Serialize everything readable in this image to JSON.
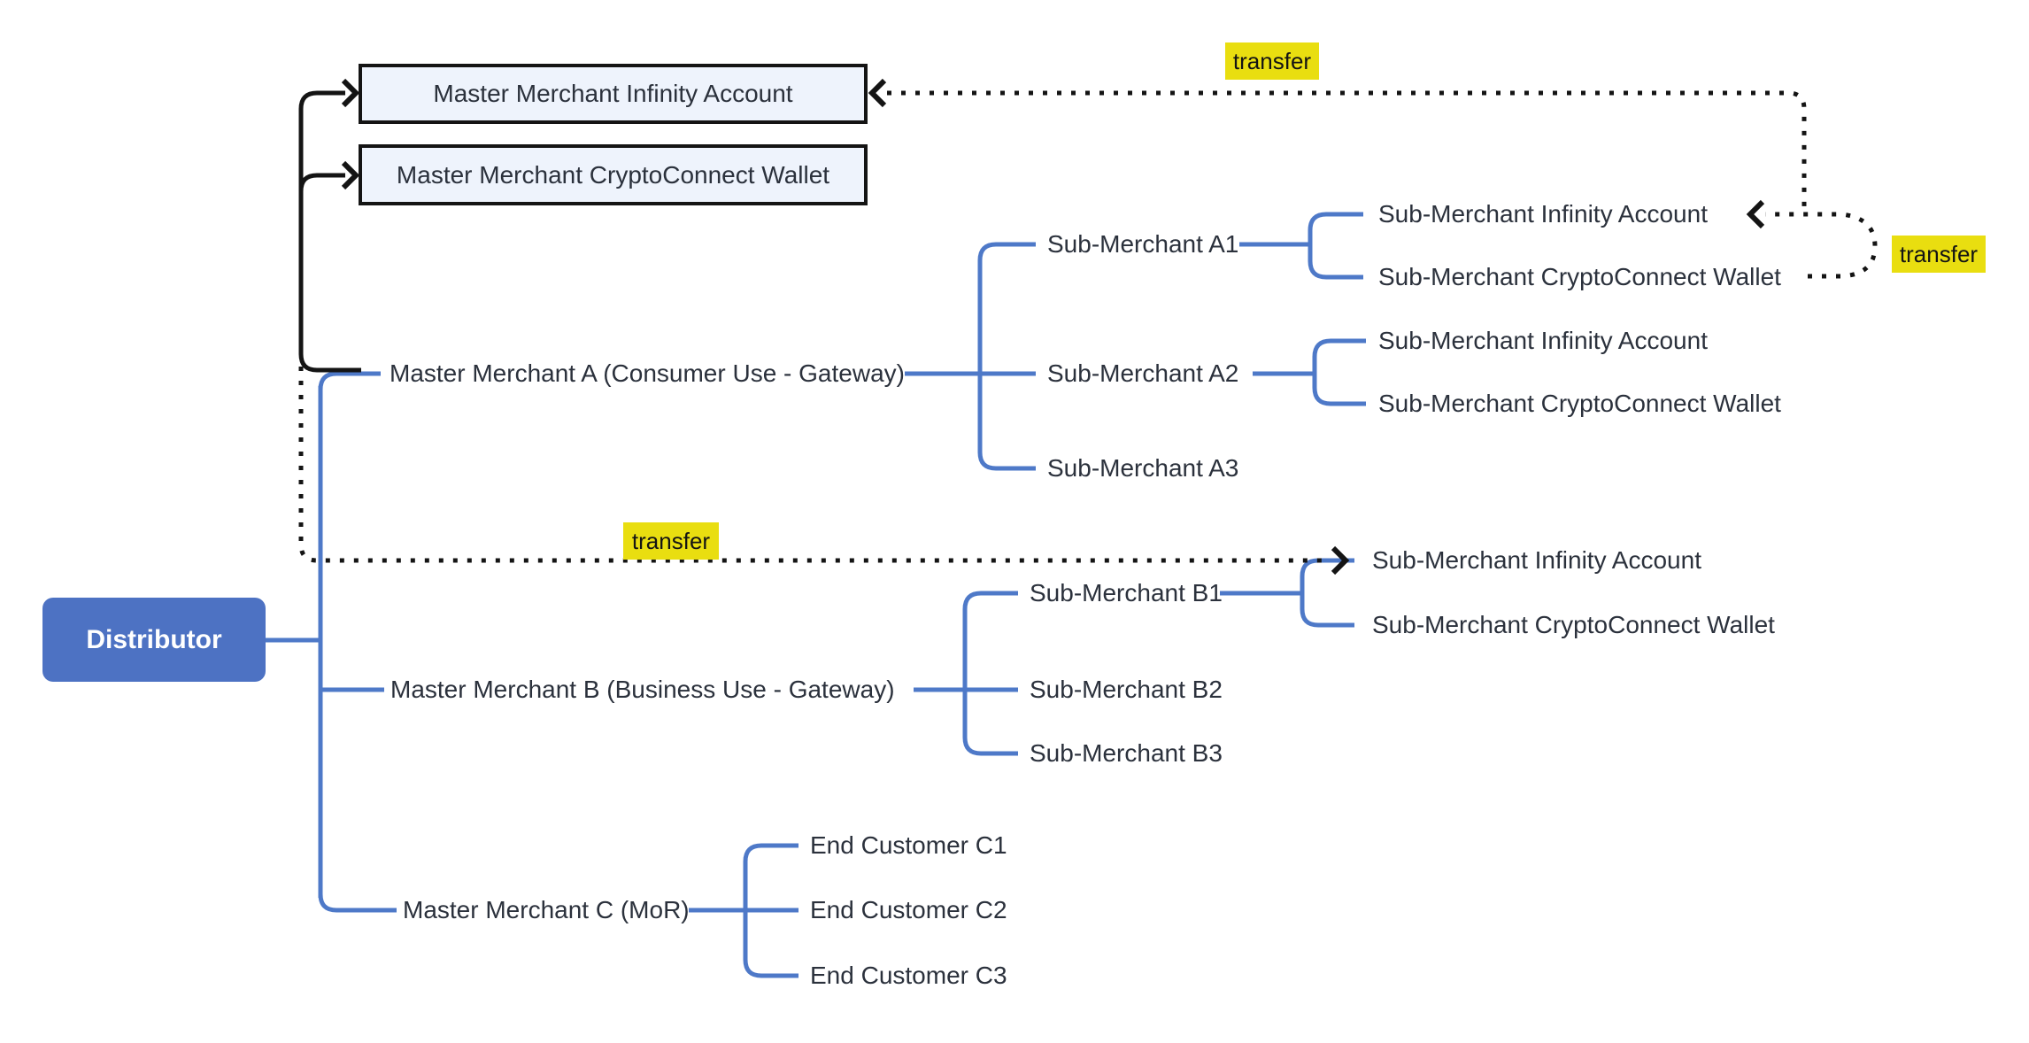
{
  "diagram": {
    "root": {
      "label": "Distributor"
    },
    "master_accounts": {
      "infinity": {
        "label": "Master Merchant Infinity Account"
      },
      "wallet": {
        "label": "Master Merchant CryptoConnect Wallet"
      }
    },
    "branches": {
      "mm_a": {
        "label": "Master Merchant A (Consumer Use - Gateway)"
      },
      "mm_b": {
        "label": "Master Merchant B (Business Use - Gateway)"
      },
      "mm_c": {
        "label": "Master Merchant C (MoR)"
      }
    },
    "sub_merchants": {
      "a1": {
        "label": "Sub-Merchant A1",
        "infinity": "Sub-Merchant Infinity Account",
        "wallet": "Sub-Merchant CryptoConnect Wallet"
      },
      "a2": {
        "label": "Sub-Merchant A2",
        "infinity": "Sub-Merchant Infinity Account",
        "wallet": "Sub-Merchant CryptoConnect Wallet"
      },
      "a3": {
        "label": "Sub-Merchant A3"
      },
      "b1": {
        "label": "Sub-Merchant B1",
        "infinity": "Sub-Merchant Infinity Account",
        "wallet": "Sub-Merchant CryptoConnect Wallet"
      },
      "b2": {
        "label": "Sub-Merchant B2"
      },
      "b3": {
        "label": "Sub-Merchant B3"
      }
    },
    "end_customers": {
      "c1": {
        "label": "End Customer C1"
      },
      "c2": {
        "label": "End Customer C2"
      },
      "c3": {
        "label": "End Customer C3"
      }
    },
    "transfers": {
      "top": {
        "label": "transfer"
      },
      "mid": {
        "label": "transfer"
      },
      "right": {
        "label": "transfer"
      }
    },
    "colors": {
      "branch_blue": "#4e79c8",
      "line_black": "#141414",
      "node_fill": "#eef3fc",
      "root_fill": "#4d72c3",
      "highlight_yellow": "#e9de10",
      "text_dark": "#2b313c"
    }
  }
}
